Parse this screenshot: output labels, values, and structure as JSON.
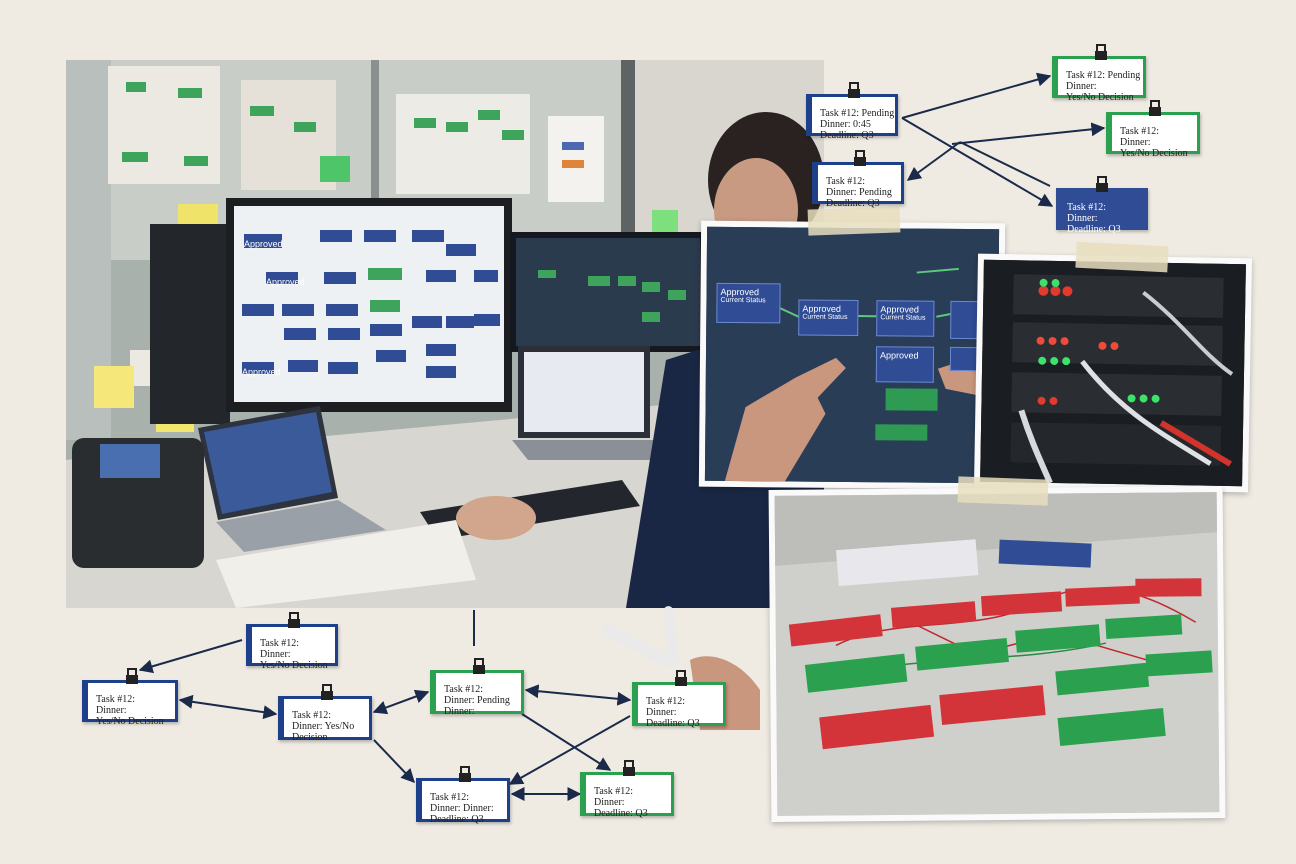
{
  "main_photo": {
    "screen_nodes": [
      "Approved",
      "Approved",
      "Approved"
    ]
  },
  "zoom_photo": {
    "nodes": [
      {
        "title": "Approved",
        "sub": "Current Status"
      },
      {
        "title": "Approved",
        "sub": "Current Status"
      },
      {
        "title": "Approved",
        "sub": "Current Status"
      },
      {
        "title": "Approved",
        "sub": ""
      }
    ]
  },
  "top_right_tags": [
    {
      "lines": [
        "Task #12: Pending",
        "Dinner: 0:45",
        "Deadline: Q3"
      ]
    },
    {
      "lines": [
        "Task #12:",
        "Dinner: Pending",
        "Deadline: Q3"
      ]
    },
    {
      "lines": [
        "Task #12: Pending",
        "Dinner:",
        "Yes/No Decision"
      ]
    },
    {
      "lines": [
        "Task #12:",
        "Dinner:",
        "Yes/No Decision"
      ]
    },
    {
      "lines": [
        "Task #12:",
        "Dinner:",
        "Deadline: Q3"
      ]
    }
  ],
  "bottom_tags": [
    {
      "lines": [
        "Task #12:",
        "Dinner:",
        "Yes/No Decision"
      ]
    },
    {
      "lines": [
        "Task #12:",
        "Dinner:",
        "Yes/No Decision"
      ]
    },
    {
      "lines": [
        "Task #12:",
        "Dinner: Yes/No",
        "Decision"
      ]
    },
    {
      "lines": [
        "Task #12:",
        "Dinner: Pending",
        "Dinner:"
      ]
    },
    {
      "lines": [
        "Task #12:",
        "Dinner:",
        "Deadline: Q3"
      ]
    },
    {
      "lines": [
        "Task #12:",
        "Dinner: Dinner:",
        "Deadline: Q3"
      ]
    },
    {
      "lines": [
        "Task #12:",
        "Dinner:",
        "Deadline: Q3"
      ]
    }
  ],
  "colors": {
    "tag_blue": "#1e3f8a",
    "tag_green": "#2ba14f",
    "tag_red": "#d2343a",
    "arrow": "#1b2a4a"
  }
}
